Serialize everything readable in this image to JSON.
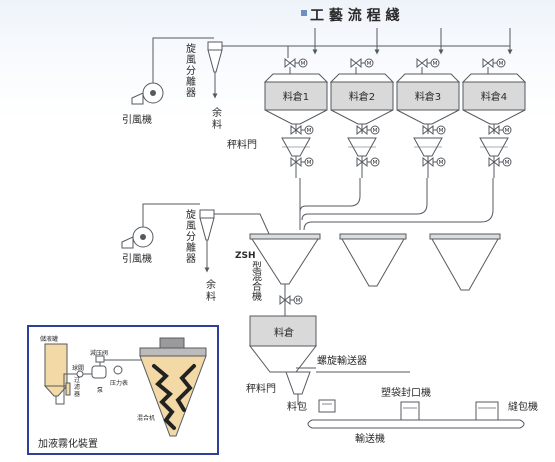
{
  "title": "工 藝 流 程 綫",
  "colors": {
    "line": "#555a60",
    "accent": "#6f8fc0",
    "equip_fill": "#d9d9d9",
    "inset_border": "#2f3f9a",
    "inset_title": "#c8261e"
  },
  "valve_mark": "M",
  "top_cyclone": {
    "name": "旋風分離器",
    "surplus": "余料"
  },
  "top_fan": {
    "name": "引風機"
  },
  "bins": [
    "料倉1",
    "料倉2",
    "料倉3",
    "料倉4"
  ],
  "weigh_label": "秤料門",
  "mid_cyclone": {
    "name": "旋風分離器",
    "surplus": "余料"
  },
  "mid_fan": {
    "name": "引風機"
  },
  "mixer": {
    "model": "ZSH",
    "name": "型混合機"
  },
  "lower_bin": "料倉",
  "screw_conveyor": "螺旋輸送器",
  "lower_weigh": "秤料門",
  "bag_label": "料包",
  "sealer": "塑袋封口機",
  "sewer": "縫包機",
  "conveyor": "輸送機",
  "inset": {
    "title": "加液霧化裝置",
    "tank": "儲液罐",
    "ball_valve": "球閥",
    "filter": "过滤器",
    "relief_valve": "減压阀",
    "pump": "泵",
    "gauge": "压力表",
    "mixer": "混合机"
  }
}
